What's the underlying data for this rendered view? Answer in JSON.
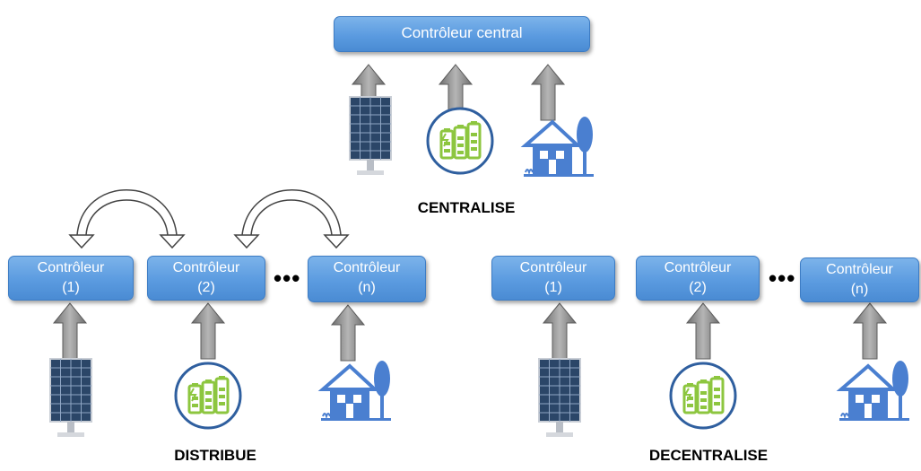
{
  "central": {
    "controller_label": "Contrôleur central",
    "caption": "CENTRALISE"
  },
  "distributed": {
    "controllers": [
      {
        "line1": "Contrôleur",
        "line2": "(1)"
      },
      {
        "line1": "Contrôleur",
        "line2": "(2)"
      },
      {
        "line1": "Contrôleur",
        "line2": "(n)"
      }
    ],
    "ellipsis": "•••",
    "caption": "DISTRIBUE"
  },
  "decentralized": {
    "controllers": [
      {
        "line1": "Contrôleur",
        "line2": "(1)"
      },
      {
        "line1": "Contrôleur",
        "line2": "(2)"
      },
      {
        "line1": "Contrôleur",
        "line2": "(n)"
      }
    ],
    "ellipsis": "•••",
    "caption": "DECENTRALISE"
  },
  "icons": [
    "solar-panel-icon",
    "battery-storage-icon",
    "house-tree-icon"
  ],
  "colors": {
    "controller_fill": "#5b9be0",
    "arrow_gray": "#8c8c8c",
    "solar_panel": "#2e4a6b",
    "battery_green": "#8dc63f",
    "house_blue": "#4a7fd0"
  }
}
